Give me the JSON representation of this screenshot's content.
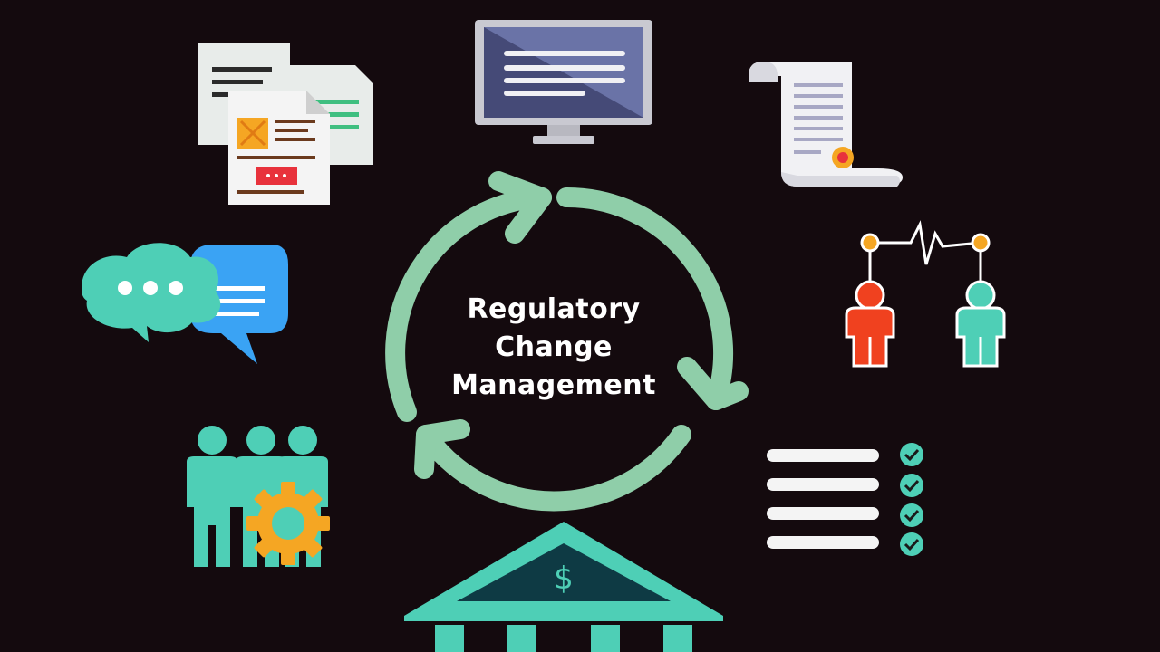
{
  "title": {
    "lines": [
      "Regulatory",
      "Change",
      "Management"
    ]
  },
  "colors": {
    "background": "#140a0e",
    "cycle_arrow": "#8fcea9",
    "teal": "#4ecfb6",
    "blue": "#3aa3f4",
    "red": "#f0411f",
    "orange": "#f5a623",
    "white": "#f4f4f4"
  },
  "icons": [
    "documents-icon",
    "monitor-icon",
    "certificate-scroll-icon",
    "chat-bubbles-icon",
    "people-connection-icon",
    "team-gear-icon",
    "checklist-icon",
    "bank-icon"
  ],
  "cycle": {
    "arrow_count": 3,
    "direction": "clockwise"
  }
}
